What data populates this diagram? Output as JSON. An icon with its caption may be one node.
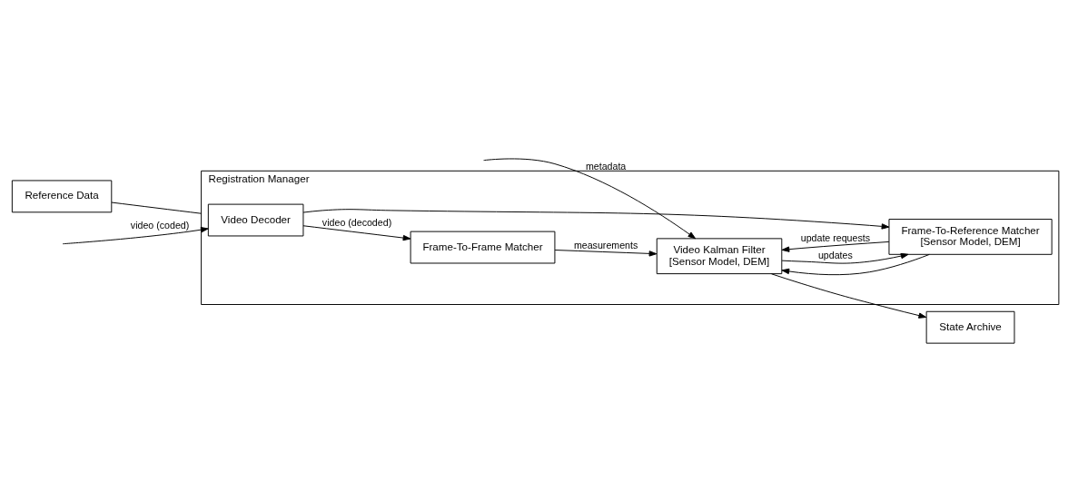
{
  "diagram": {
    "nodes": [
      {
        "text": [
          "Registration Manager"
        ]
      },
      {
        "text": [
          "Video Decoder"
        ],
        "in": 0
      },
      {
        "text": [
          "Frame-To-Frame Matcher"
        ],
        "in": 0
      },
      {
        "text": [
          "Frame-To-Reference Matcher",
          "[Sensor Model, DEM]"
        ],
        "in": 0
      },
      {
        "text": [
          "Video Kalman Filter",
          "[Sensor Model, DEM]"
        ],
        "in": 0
      },
      {
        "text": [
          "State Archive"
        ]
      },
      {
        "text": [
          "Reference Data"
        ]
      }
    ],
    "edges": [
      {
        "from": null,
        "to": 1,
        "arrow": "to",
        "label": "video (coded)"
      },
      {
        "from": 1,
        "to": 2,
        "arrow": "to",
        "label": "video (decoded)"
      },
      {
        "from": 1,
        "to": 3,
        "arrow": "to"
      },
      {
        "from": 2,
        "to": 4,
        "arrow": "to",
        "label": "measurements"
      },
      {
        "from": 3,
        "to": 4,
        "arrow": "to",
        "label": "update requests"
      },
      {
        "from": 4,
        "to": 3,
        "arrow": "to",
        "label": "updates"
      },
      {
        "from": 3,
        "to": 4,
        "arrow": "to"
      },
      {
        "from": null,
        "to": 4,
        "arrow": "to",
        "label": "metadata"
      },
      {
        "from": 4,
        "to": 5,
        "arrow": "to"
      },
      {
        "from": 6,
        "to": 0,
        "arrow": "none"
      }
    ]
  }
}
